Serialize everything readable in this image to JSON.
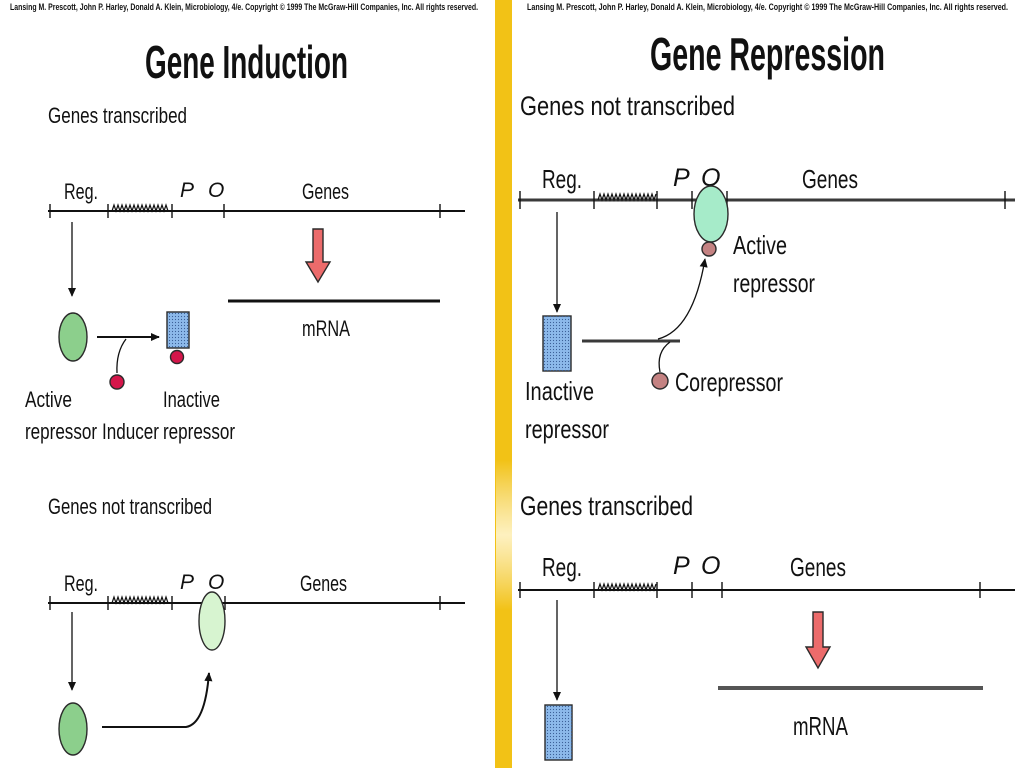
{
  "induction": {
    "copyright": "Lansing M. Prescott, John P. Harley, Donald A. Klein, Microbiology, 4/e. Copyright © 1999 The McGraw-Hill Companies, Inc. All rights reserved.",
    "title": "Gene Induction",
    "transcribed": {
      "heading": "Genes transcribed",
      "reg": "Reg.",
      "promoter": "P",
      "operator": "O",
      "genes": "Genes",
      "mrna": "mRNA",
      "active_repressor": [
        "Active",
        "repressor"
      ],
      "inducer": "Inducer",
      "inactive_repressor": [
        "Inactive",
        "repressor"
      ]
    },
    "not_transcribed": {
      "heading": "Genes not transcribed",
      "reg": "Reg.",
      "promoter": "P",
      "operator": "O",
      "genes": "Genes"
    }
  },
  "repression": {
    "copyright": "Lansing M. Prescott, John P. Harley, Donald A. Klein, Microbiology, 4/e. Copyright © 1999 The McGraw-Hill Companies, Inc. All rights reserved.",
    "title": "Gene Repression",
    "not_transcribed": {
      "heading": "Genes not transcribed",
      "reg": "Reg.",
      "promoter": "P",
      "operator": "O",
      "genes": "Genes",
      "active_repressor": [
        "Active",
        "repressor"
      ],
      "corepressor": "Corepressor",
      "inactive_repressor": [
        "Inactive",
        "repressor"
      ]
    },
    "transcribed": {
      "heading": "Genes transcribed",
      "reg": "Reg.",
      "promoter": "P",
      "operator": "O",
      "genes": "Genes",
      "mrna": "mRNA"
    }
  },
  "colors": {
    "active_repressor": "#8ccf8c",
    "operator_bound_repressor": "#d7f4d0",
    "repressor_with_corepressor": "#a6ebc9",
    "inactive_repressor": "#8cb9ea",
    "inducer": "#d4164a",
    "corepressor": "#c48282",
    "transcription_arrow": "#ec6b6b",
    "slide_background": "#f2c216"
  }
}
